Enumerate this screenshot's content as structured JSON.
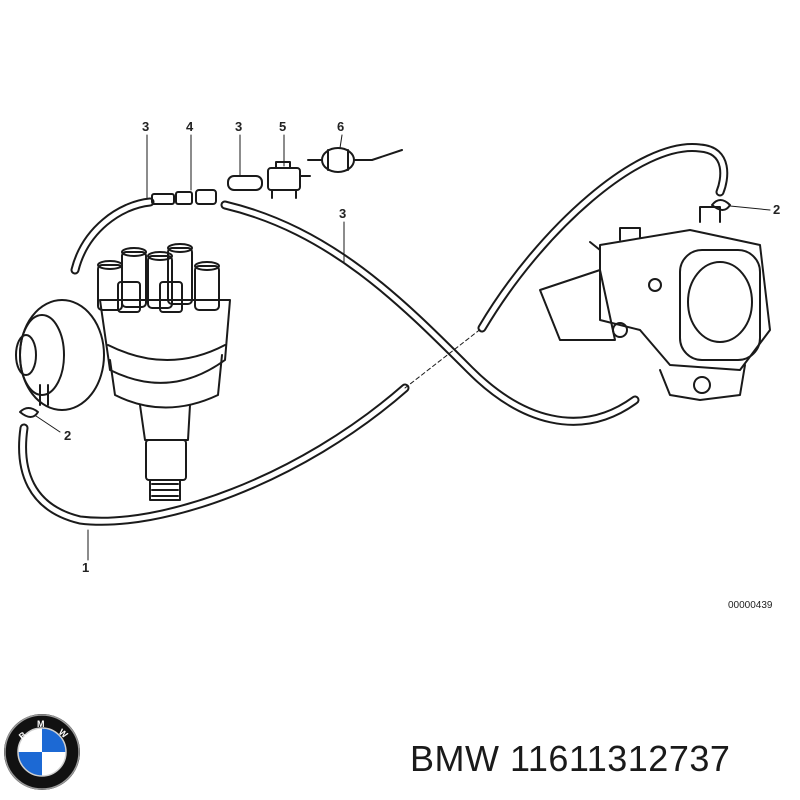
{
  "diagram": {
    "callouts": {
      "c1": "1",
      "c2_left": "2",
      "c2_right": "2",
      "c3_top_left": "3",
      "c3_top_mid": "3",
      "c3_mid": "3",
      "c4": "4",
      "c5": "5",
      "c6": "6"
    },
    "reference_number": "00000439"
  },
  "logo": {
    "name": "bmw-roundel-logo",
    "letters": "BMW",
    "colors": {
      "blue": "#1c69d4",
      "black": "#111111",
      "white": "#ffffff"
    }
  },
  "caption": {
    "brand": "BMW",
    "part_number": "11611312737"
  }
}
